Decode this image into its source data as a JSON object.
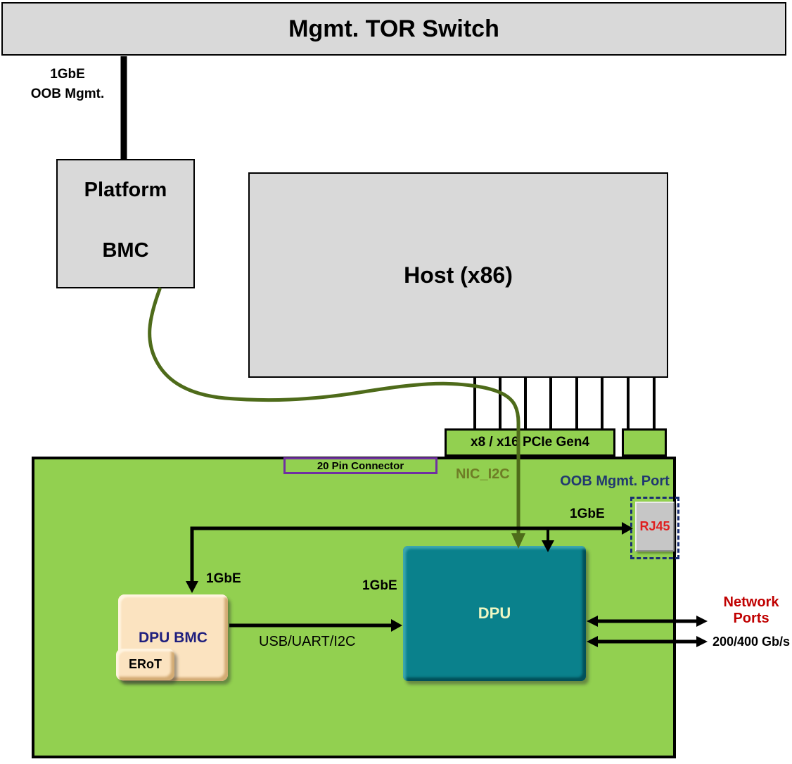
{
  "colors": {
    "equipment_gray": "#d9d9d9",
    "board_green": "#92d050",
    "dpu_teal": "#0a818c",
    "dpu_bmc_tan": "#fbe3c0",
    "olive_link": "#4e6b1a",
    "oob_navy": "#203870",
    "dpu_bmc_navy": "#1f1f7e",
    "rj45_red": "#df1f1f",
    "network_ports_red": "#c00000",
    "pin_connector_purple": "#7030a0"
  },
  "tor_switch": {
    "label": "Mgmt. TOR Switch"
  },
  "oob_link": {
    "line1": "1GbE",
    "line2": "OOB Mgmt."
  },
  "platform_bmc": {
    "line1": "Platform",
    "line2": "BMC"
  },
  "host": {
    "label": "Host (x86)"
  },
  "pcie_connector": {
    "label": "x8 / x16 PCIe Gen4"
  },
  "pin_connector": {
    "label": "20 Pin Connector"
  },
  "board": {
    "nic_i2c_label": "NIC_I2C",
    "oob_mgmt_port_label": "OOB Mgmt. Port",
    "rj45_label": "RJ45",
    "rj45_1gbe_label": "1GbE",
    "dpu_bmc_1gbe_label": "1GbE",
    "dpu_1gbe_label": "1GbE",
    "usb_uart_i2c_label": "USB/UART/I2C",
    "dpu_bmc_label": "DPU BMC",
    "erot_label": "ERoT",
    "dpu_label": "DPU"
  },
  "network_ports": {
    "line1": "Network",
    "line2": "Ports",
    "speed": "200/400 Gb/s"
  }
}
